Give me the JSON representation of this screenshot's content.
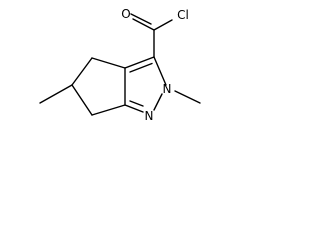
{
  "molecule": {
    "atoms": {
      "oxygen": "O",
      "chlorine": "Cl",
      "nitrogen_methyl": "N",
      "nitrogen_ring": "N"
    }
  }
}
